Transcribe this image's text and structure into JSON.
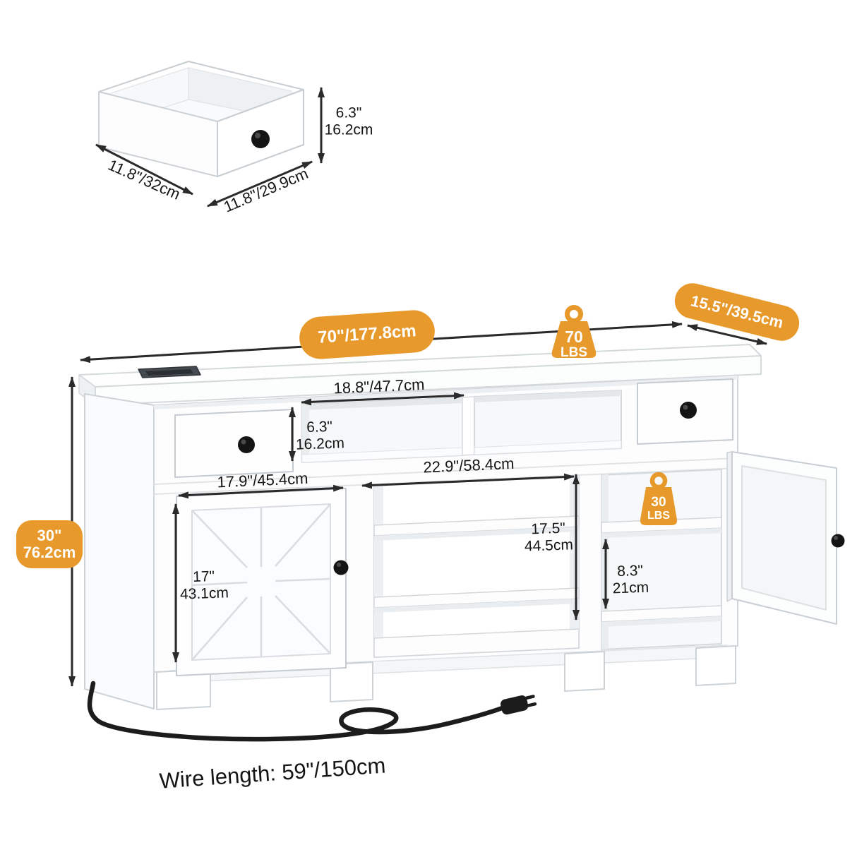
{
  "colors": {
    "accent": "#E8992C",
    "arrow": "#2A2A2A",
    "text": "#151515"
  },
  "drawer_detail": {
    "height": {
      "line1": "6.3\"",
      "line2": "16.2cm"
    },
    "depth": "11.8\"/32cm",
    "width": "11.8\"/29.9cm"
  },
  "overall": {
    "width": "70\"/177.8cm",
    "depth": "15.5\"/39.5cm",
    "height": {
      "line1": "30\"",
      "line2": "76.2cm"
    },
    "top_capacity": {
      "value": "70",
      "unit": "LBS"
    },
    "shelf_capacity": {
      "value": "30",
      "unit": "LBS"
    }
  },
  "interior": {
    "cubby_width": "18.8\"/47.7cm",
    "cubby_height": {
      "line1": "6.3\"",
      "line2": "16.2cm"
    },
    "left_cabinet_width": "17.9\"/45.4cm",
    "left_door_height": {
      "line1": "17\"",
      "line2": "43.1cm"
    },
    "center_width": "22.9\"/58.4cm",
    "center_height": {
      "line1": "17.5\"",
      "line2": "44.5cm"
    },
    "right_shelf_height": {
      "line1": "8.3\"",
      "line2": "21cm"
    }
  },
  "wire": {
    "label": "Wire length: 59\"/150cm"
  }
}
